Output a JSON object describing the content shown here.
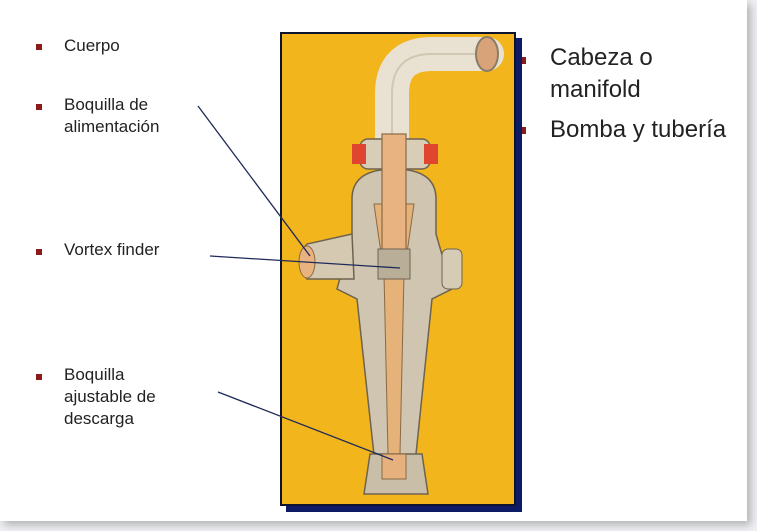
{
  "left_labels": [
    {
      "id": "cuerpo",
      "text": "Cuerpo"
    },
    {
      "id": "boquilla_alimentacion",
      "text": "Boquilla de\nalimentación"
    },
    {
      "id": "vortex_finder",
      "text": "Vortex finder"
    },
    {
      "id": "boquilla_descarga",
      "text": "Boquilla\najustable de\ndescarga"
    }
  ],
  "right_labels": [
    {
      "id": "cabeza",
      "text": "Cabeza o\nmanifold"
    },
    {
      "id": "bomba",
      "text": "Bomba y tubería"
    }
  ],
  "colors": {
    "bullet": "#8b1a1a",
    "background_panel": "#f2b51c",
    "frame_shadow": "#0d1a66",
    "leader_line": "#1f2a5a"
  }
}
